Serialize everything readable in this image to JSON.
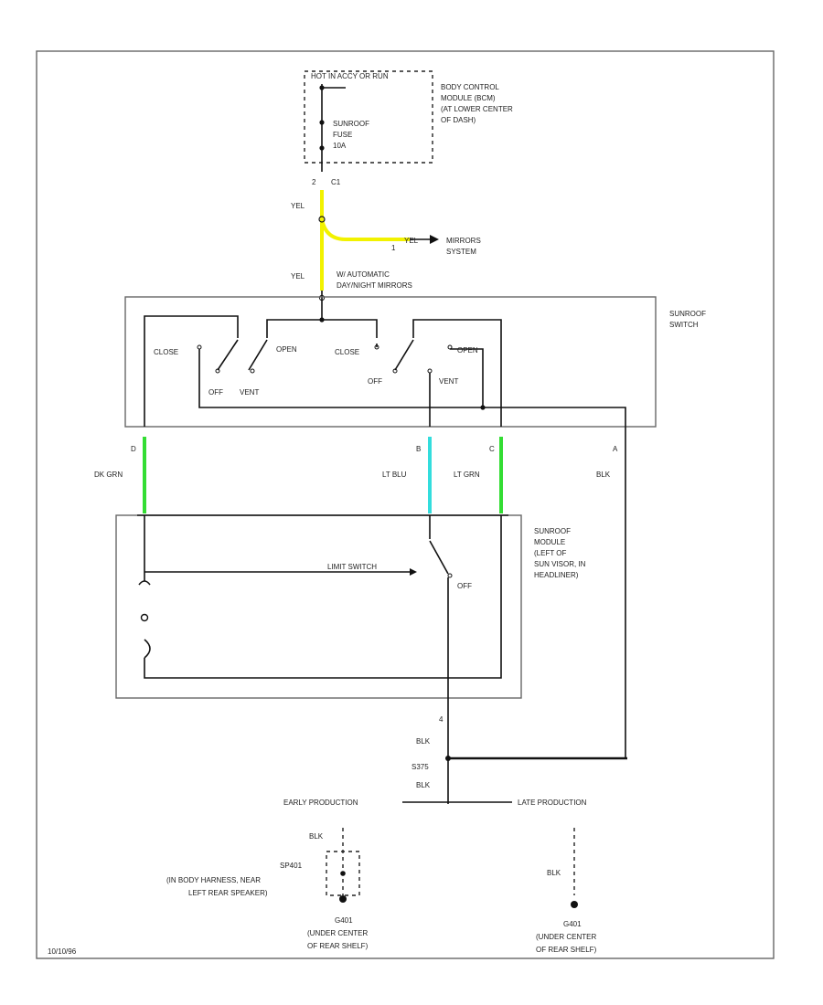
{
  "bcm": {
    "hot_label": "HOT IN ACCY OR RUN",
    "name_lines": [
      "BODY CONTROL",
      "MODULE (BCM)",
      "(AT LOWER CENTER",
      "OF DASH)"
    ],
    "fuse_lines": [
      "SUNROOF",
      "FUSE",
      "10A"
    ]
  },
  "connector_bcm": {
    "pin": "2",
    "connector": "C1"
  },
  "wires": {
    "yel_top": "YEL",
    "yel_branch": "YEL",
    "yel_lower": "YEL",
    "dk_grn": "DK GRN",
    "lt_blu": "LT BLU",
    "lt_grn": "LT GRN",
    "blk_a": "BLK",
    "blk_mod": "BLK",
    "blk_after_splice": "BLK",
    "blk_early": "BLK",
    "blk_late": "BLK"
  },
  "mirrors": {
    "pin": "1",
    "label_lines": [
      "MIRRORS",
      "SYSTEM"
    ]
  },
  "auto_mirror_note": [
    "W/ AUTOMATIC",
    "DAY/NIGHT MIRRORS"
  ],
  "sunroof_switch": {
    "name_lines": [
      "SUNROOF",
      "SWITCH"
    ],
    "close_1": "CLOSE",
    "open": "OPEN",
    "close_2": "CLOSE",
    "open_2": "OPEN",
    "off_1": "OFF",
    "vent_1": "VENT",
    "off_2": "OFF",
    "vent_2": "VENT",
    "pins": [
      "D",
      "B",
      "C",
      "A"
    ]
  },
  "sunroof_module": {
    "name_lines": [
      "SUNROOF",
      "MODULE",
      "(LEFT OF",
      "SUN VISOR, IN",
      "HEADLINER)"
    ],
    "limit_switch": "LIMIT SWITCH",
    "off": "OFF",
    "pin": "4"
  },
  "splice": "S375",
  "early": "EARLY PRODUCTION",
  "late": "LATE PRODUCTION",
  "ground_early": {
    "splice_lines": [
      "SP401",
      "(IN BODY HARNESS, NEAR",
      "LEFT REAR SPEAKER)"
    ],
    "ground": "G401",
    "location_lines": [
      "(UNDER CENTER",
      "OF REAR SHELF)"
    ]
  },
  "ground_late": {
    "ground": "G401",
    "location_lines": [
      "(UNDER CENTER",
      "OF REAR SHELF)"
    ]
  },
  "figure_id": "10/10/96",
  "colors": {
    "yel": "#f2f200",
    "grn": "#33dd33",
    "blu": "#33dddd",
    "wire": "#111111",
    "frame": "#666666"
  }
}
